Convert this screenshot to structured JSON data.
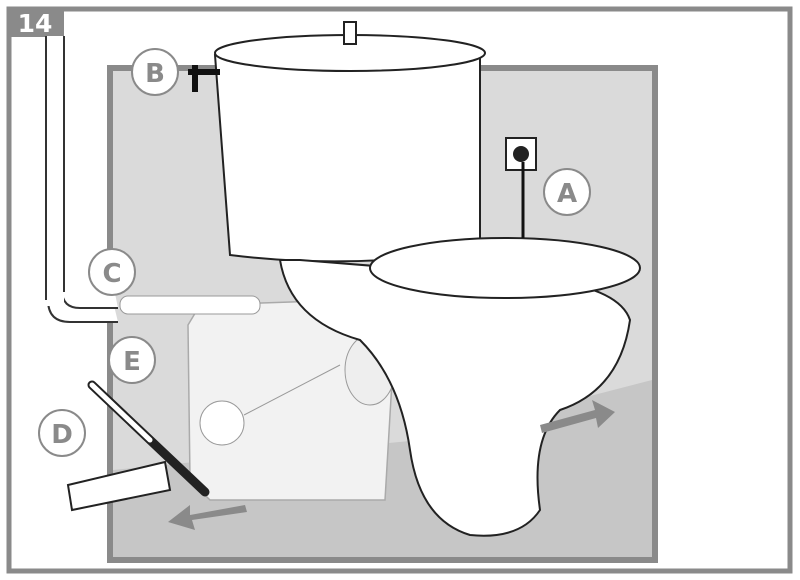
{
  "figure": {
    "step_number": "14",
    "labels": {
      "a": "A",
      "b": "B",
      "c": "C",
      "d": "D",
      "e": "E"
    }
  },
  "colors": {
    "frame": "#8a8a8a",
    "wall": "#dadada",
    "floor": "#c4c4c4",
    "arrow": "#8a8a8a"
  }
}
